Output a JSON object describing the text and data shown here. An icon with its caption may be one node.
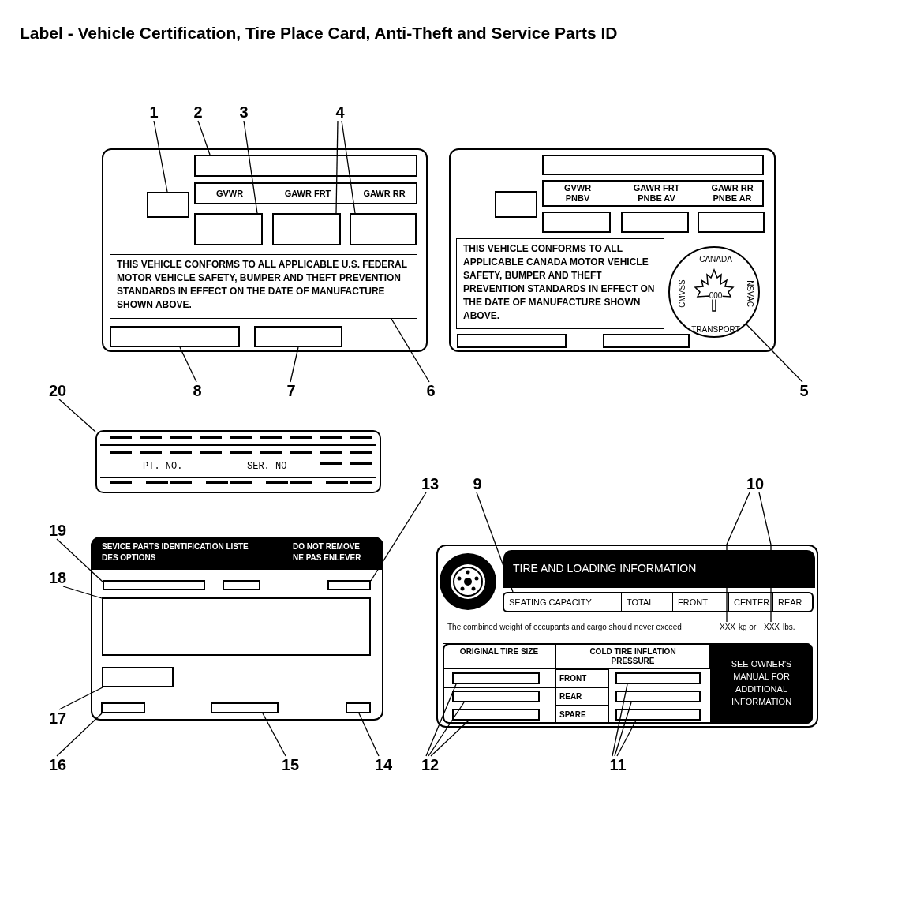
{
  "diagram": {
    "title": "Label - Vehicle Certification, Tire Place Card, Anti-Theft and Service Parts ID",
    "nodes": [
      {
        "text": [
          "1"
        ]
      },
      {
        "text": [
          "2"
        ]
      },
      {
        "text": [
          "3"
        ]
      },
      {
        "text": [
          "4"
        ]
      },
      {
        "text": [],
        "shape": "box"
      },
      {
        "text": [],
        "shape": "box",
        "in": 4
      },
      {
        "text": [],
        "shape": "box",
        "in": 4
      },
      {
        "text": [
          "GVWR",
          "GAWR FRT",
          "GAWR RR"
        ],
        "in": 4
      },
      {
        "text": [],
        "shape": "box",
        "in": 4
      },
      {
        "text": [],
        "shape": "box",
        "in": 4
      },
      {
        "text": [],
        "shape": "box",
        "in": 4
      },
      {
        "text": [
          "THIS VEHICLE CONFORMS TO ALL APPLICABLE U.S. FEDERAL MOTOR VEHICLE SAFETY, BUMPER AND THEFT PREVENTION STANDARDS IN EFFECT ON THE DATE OF MANUFACTURE SHOWN ABOVE."
        ],
        "in": 4
      },
      {
        "text": [],
        "shape": "box",
        "in": 4
      },
      {
        "text": [],
        "shape": "box",
        "in": 4
      },
      {
        "text": [],
        "shape": "box"
      },
      {
        "text": [],
        "shape": "box",
        "in": 14
      },
      {
        "text": [],
        "shape": "box",
        "in": 14
      },
      {
        "text": [
          "GVWR PNBV",
          "GAWR FRT PNBE AV",
          "GAWR RR PNBE AR"
        ],
        "in": 14
      },
      {
        "text": [],
        "shape": "box",
        "in": 14
      },
      {
        "text": [],
        "shape": "box",
        "in": 14
      },
      {
        "text": [],
        "shape": "box",
        "in": 14
      },
      {
        "text": [
          "THIS VEHICLE CONFORMS TO ALL APPLICABLE CANADA MOTOR VEHICLE SAFETY, BUMPER AND THEFT PREVENTION STANDARDS IN EFFECT ON THE DATE OF MANUFACTURE SHOWN ABOVE."
        ],
        "in": 14
      },
      {
        "text": [
          "CANADA",
          "CMVSS",
          "000",
          "NSVAC",
          "TRANSPORT"
        ],
        "in": 14
      },
      {
        "text": [],
        "shape": "box",
        "in": 14
      },
      {
        "text": [],
        "shape": "box",
        "in": 14
      },
      {
        "text": [
          "20"
        ]
      },
      {
        "text": [
          "8"
        ]
      },
      {
        "text": [
          "7"
        ]
      },
      {
        "text": [
          "6"
        ]
      },
      {
        "text": [
          "5"
        ]
      },
      {
        "text": [
          "PT. NO.",
          "SER. NO"
        ]
      },
      {
        "text": [
          "19"
        ]
      },
      {
        "text": [
          "18"
        ]
      },
      {
        "text": [
          "13"
        ]
      },
      {
        "text": [
          "9"
        ]
      },
      {
        "text": [
          "10"
        ]
      },
      {
        "text": [
          "SEVICE PARTS IDENTIFICATION LISTE DES OPTIONS",
          "DO NOT REMOVE NE PAS ENLEVER"
        ]
      },
      {
        "text": [],
        "shape": "box",
        "in": 36
      },
      {
        "text": [],
        "shape": "box",
        "in": 36
      },
      {
        "text": [],
        "shape": "box",
        "in": 36
      },
      {
        "text": [],
        "shape": "box",
        "in": 36
      },
      {
        "text": [],
        "shape": "box",
        "in": 36
      },
      {
        "text": [],
        "shape": "box",
        "in": 36
      },
      {
        "text": [],
        "shape": "box",
        "in": 36
      },
      {
        "text": [],
        "shape": "box",
        "in": 36
      },
      {
        "text": [
          "TIRE AND LOADING INFORMATION"
        ]
      },
      {
        "text": [
          "SEATING CAPACITY",
          "TOTAL",
          "FRONT",
          "CENTER",
          "REAR"
        ],
        "in": 45
      },
      {
        "text": [
          "XXX"
        ],
        "in": 45
      },
      {
        "text": [
          "XXX"
        ],
        "in": 45
      },
      {
        "text": [],
        "shape": "box",
        "in": 45
      },
      {
        "text": [
          "ORIGINAL TIRE SIZE"
        ],
        "in": 49
      },
      {
        "text": [
          "COLD TIRE INFLATION PRESSURE"
        ],
        "in": 49
      },
      {
        "text": [
          "SEE OWNER'S MANUAL FOR ADDITIONAL INFORMATION"
        ],
        "in": 49
      },
      {
        "text": [],
        "shape": "box",
        "in": 49
      },
      {
        "text": [
          "FRONT"
        ],
        "in": 49
      },
      {
        "text": [],
        "shape": "box",
        "in": 49
      },
      {
        "text": [],
        "shape": "box",
        "in": 49
      },
      {
        "text": [
          "REAR"
        ],
        "in": 49
      },
      {
        "text": [],
        "shape": "box",
        "in": 49
      },
      {
        "text": [],
        "shape": "box",
        "in": 49
      },
      {
        "text": [
          "SPARE"
        ],
        "in": 49
      },
      {
        "text": [],
        "shape": "box",
        "in": 49
      },
      {
        "text": [
          "17"
        ]
      },
      {
        "text": [
          "16"
        ]
      },
      {
        "text": [
          "15"
        ]
      },
      {
        "text": [
          "14"
        ]
      },
      {
        "text": [
          "12"
        ]
      },
      {
        "text": [
          "11"
        ]
      }
    ],
    "edges": [
      {
        "from": 0,
        "to": 5,
        "arrow": "none"
      },
      {
        "from": 1,
        "to": 6,
        "arrow": "none"
      },
      {
        "from": 2,
        "to": 8,
        "arrow": "none"
      },
      {
        "from": 3,
        "to": 9,
        "arrow": "none"
      },
      {
        "from": 3,
        "to": 10,
        "arrow": "none"
      },
      {
        "from": 28,
        "to": 11,
        "arrow": "none"
      },
      {
        "from": 27,
        "to": 13,
        "arrow": "none"
      },
      {
        "from": 26,
        "to": 12,
        "arrow": "none"
      },
      {
        "from": 29,
        "to": 22,
        "arrow": "none"
      },
      {
        "from": 25,
        "to": 30,
        "arrow": "none"
      },
      {
        "from": 31,
        "to": 37,
        "arrow": "none"
      },
      {
        "from": 32,
        "to": 40,
        "arrow": "none"
      },
      {
        "from": 33,
        "to": 39,
        "arrow": "none"
      },
      {
        "from": 34,
        "to": 46,
        "arrow": "none"
      },
      {
        "from": 35,
        "to": 47,
        "arrow": "none"
      },
      {
        "from": 35,
        "to": 48,
        "arrow": "none"
      },
      {
        "from": 62,
        "to": 41,
        "arrow": "none"
      },
      {
        "from": 63,
        "to": 42,
        "arrow": "none"
      },
      {
        "from": 64,
        "to": 43,
        "arrow": "none"
      },
      {
        "from": 65,
        "to": 44,
        "arrow": "none"
      },
      {
        "from": 66,
        "to": 53,
        "arrow": "none"
      },
      {
        "from": 66,
        "to": 56,
        "arrow": "none"
      },
      {
        "from": 66,
        "to": 59,
        "arrow": "none"
      },
      {
        "from": 67,
        "to": 55,
        "arrow": "none"
      },
      {
        "from": 67,
        "to": 58,
        "arrow": "none"
      },
      {
        "from": 67,
        "to": 61,
        "arrow": "none"
      }
    ],
    "labels": [
      "The combined weight of occupants and cargo should never exceed",
      "kg or",
      "lbs."
    ]
  }
}
